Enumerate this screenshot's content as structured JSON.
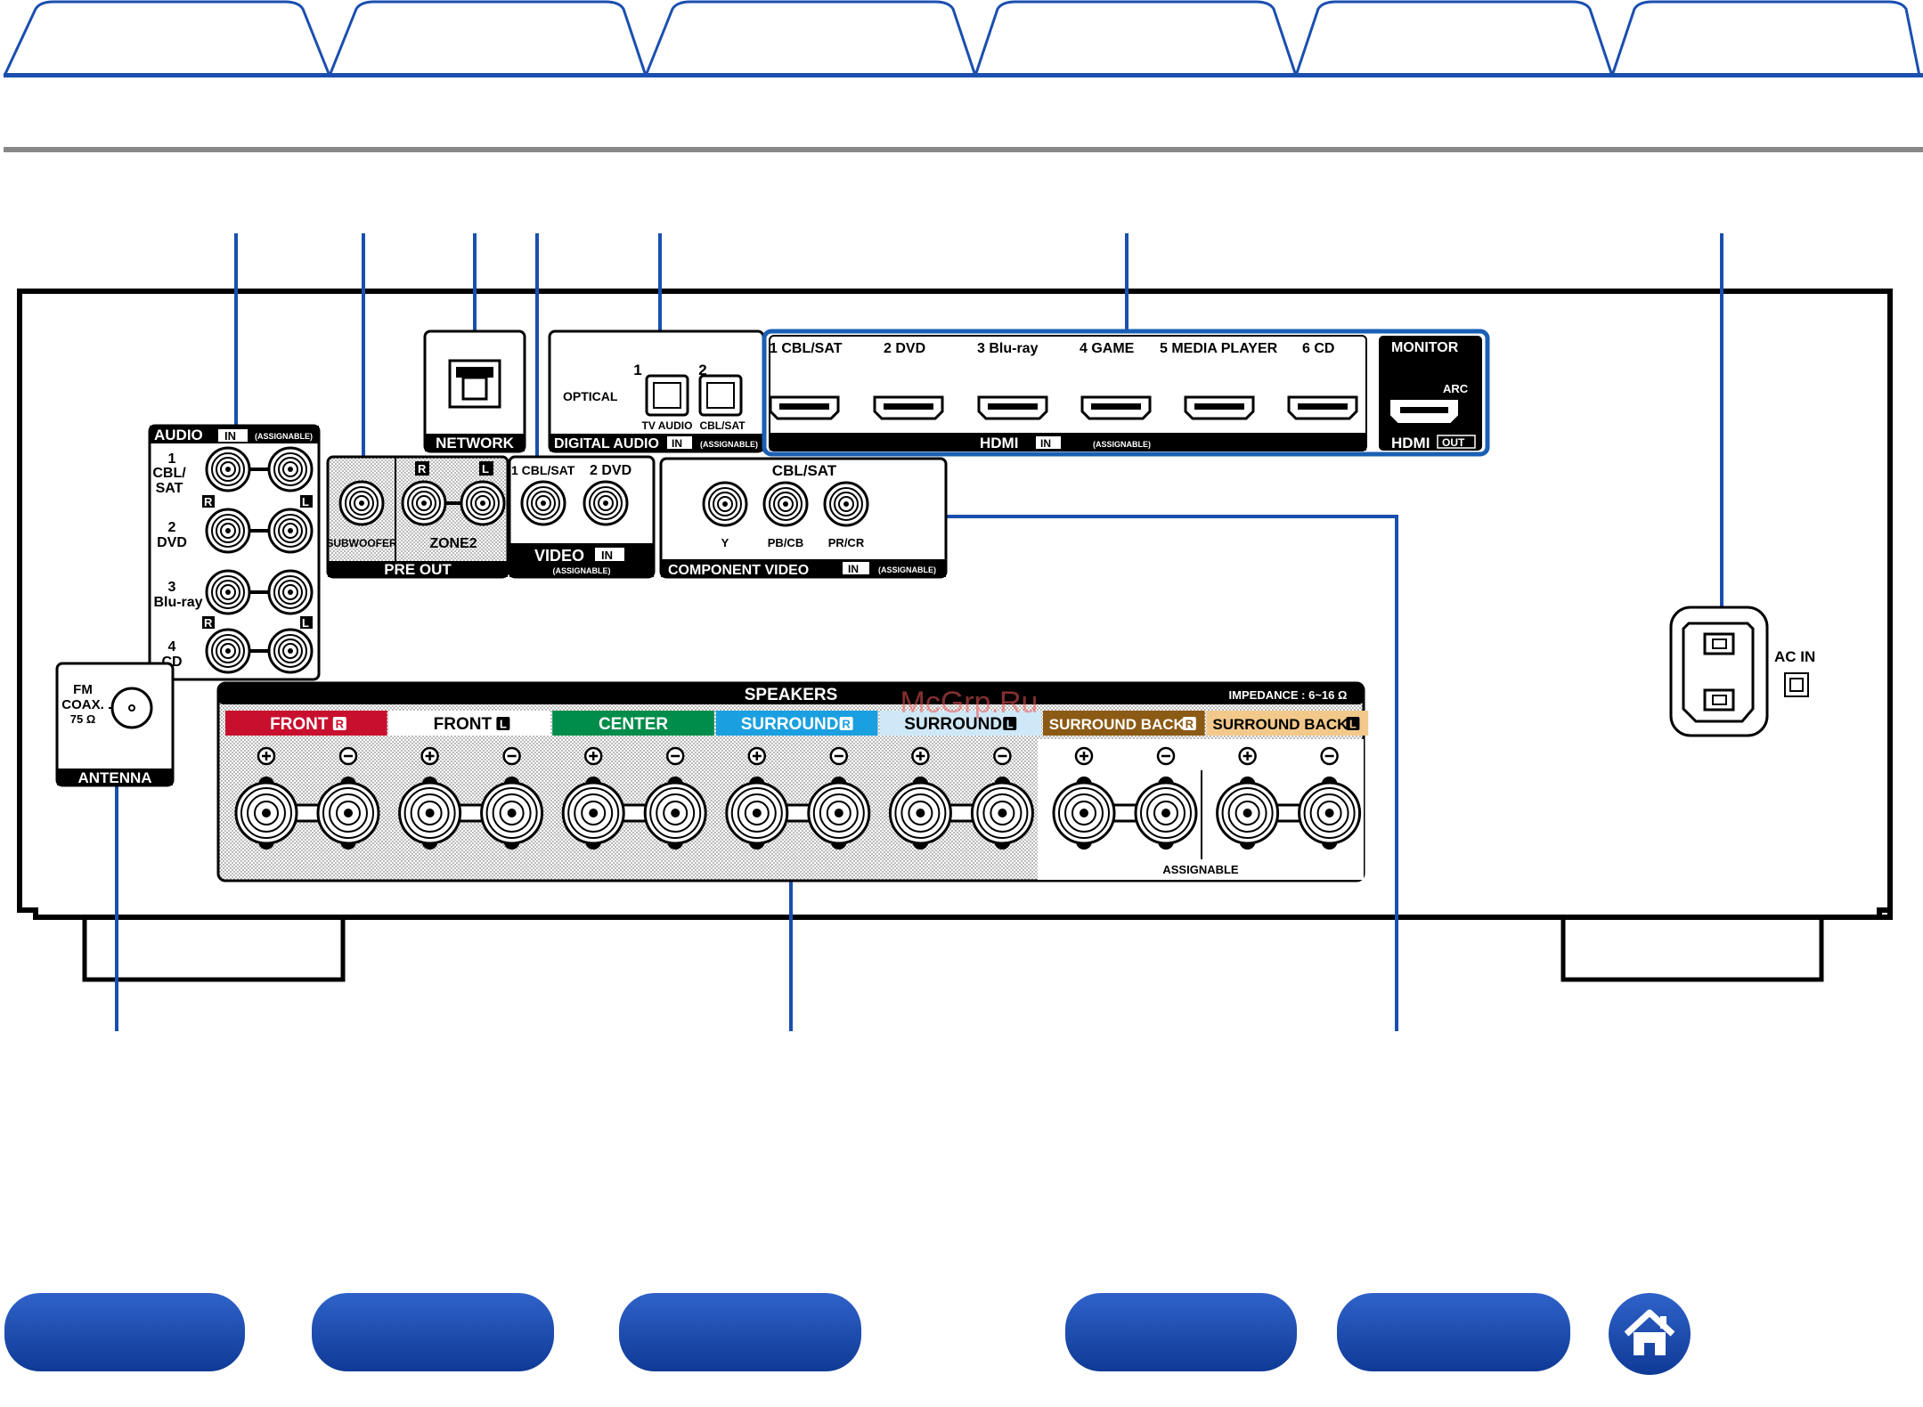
{
  "page_tabs": [
    "",
    "",
    "",
    "",
    "",
    ""
  ],
  "panel": {
    "audio": {
      "title": "AUDIO",
      "badge": "IN",
      "note": "(ASSIGNABLE)",
      "inputs": [
        {
          "num": "1",
          "name1": "CBL/",
          "name2": "SAT"
        },
        {
          "num": "2",
          "name1": "DVD",
          "name2": ""
        },
        {
          "num": "3",
          "name1": "Blu-ray",
          "name2": ""
        },
        {
          "num": "4",
          "name1": "CD",
          "name2": ""
        }
      ],
      "r": "R",
      "l": "L"
    },
    "pre_out": {
      "title": "PRE OUT",
      "subwoofer": "SUBWOOFER",
      "zone2": "ZONE2",
      "r": "R",
      "l": "L"
    },
    "network": {
      "title": "NETWORK"
    },
    "video": {
      "title": "VIDEO",
      "badge": "IN",
      "note": "(ASSIGNABLE)",
      "in1": "1 CBL/SAT",
      "in2": "2 DVD"
    },
    "digital_audio": {
      "title": "DIGITAL AUDIO",
      "badge": "IN",
      "note": "(ASSIGNABLE)",
      "optical": "OPTICAL",
      "n1": "1",
      "n2": "2",
      "label1": "TV AUDIO",
      "label2": "CBL/SAT"
    },
    "component": {
      "title": "COMPONENT VIDEO",
      "badge": "IN",
      "note": "(ASSIGNABLE)",
      "header": "CBL/SAT",
      "y": "Y",
      "pb": "PB/CB",
      "pr": "PR/CR"
    },
    "hdmi_in": {
      "title": "HDMI",
      "badge": "IN",
      "note": "(ASSIGNABLE)",
      "inputs": [
        "1  CBL/SAT",
        "2  DVD",
        "3  Blu-ray",
        "4  GAME",
        "5  MEDIA PLAYER",
        "6  CD"
      ]
    },
    "hdmi_out": {
      "title": "HDMI",
      "badge": "OUT",
      "monitor": "MONITOR",
      "arc": "ARC"
    },
    "antenna": {
      "title": "ANTENNA",
      "fm": "FM",
      "coax": "COAX.",
      "ohm": "75 Ω"
    },
    "speakers": {
      "title": "SPEAKERS",
      "impedance": "IMPEDANCE : 6~16 Ω",
      "assignable": "ASSIGNABLE",
      "channels": [
        {
          "label": "FRONT",
          "side": "R",
          "color": "#c8102e",
          "text_color": "#ffffff"
        },
        {
          "label": "FRONT",
          "side": "L",
          "color": "#ffffff",
          "text_color": "#000000"
        },
        {
          "label": "CENTER",
          "side": "",
          "color": "#008c4a",
          "text_color": "#ffffff"
        },
        {
          "label": "SURROUND",
          "side": "R",
          "color": "#1aa0e0",
          "text_color": "#ffffff"
        },
        {
          "label": "SURROUND",
          "side": "L",
          "color": "#cfe8f7",
          "text_color": "#000000"
        },
        {
          "label": "SURROUND BACK",
          "side": "R",
          "color": "#8b5a14",
          "text_color": "#ffffff"
        },
        {
          "label": "SURROUND BACK",
          "side": "L",
          "color": "#f3c98b",
          "text_color": "#000000"
        }
      ]
    },
    "ac_in": {
      "label": "AC IN"
    }
  },
  "watermark": "McGrp.Ru",
  "colors": {
    "accent": "#1a5fb4",
    "nav": "#1a4fb0",
    "outline": "#000000"
  },
  "nav_buttons": [
    "",
    "",
    "",
    "",
    ""
  ],
  "home_icon": "home-icon"
}
